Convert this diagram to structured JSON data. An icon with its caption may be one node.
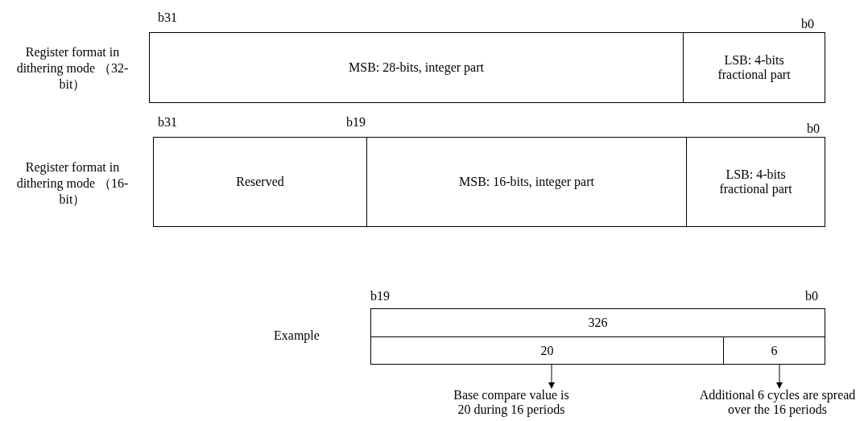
{
  "diagram": {
    "nodes": [
      {
        "text": [
          "MSB: 28-bits, integer part"
        ]
      },
      {
        "text": [
          "LSB: 4-bits fractional part"
        ]
      },
      {
        "text": [
          "Reserved"
        ]
      },
      {
        "text": [
          "MSB: 16-bits, integer part"
        ]
      },
      {
        "text": [
          "LSB: 4-bits fractional part"
        ]
      },
      {
        "text": [
          "326"
        ]
      },
      {
        "text": [
          "20"
        ]
      },
      {
        "text": [
          "6"
        ]
      },
      {
        "text": [
          "Base compare value is 20 during 16 periods"
        ]
      },
      {
        "text": [
          "Additional 6 cycles are spread over the 16 periods"
        ]
      }
    ],
    "edges": [
      {
        "from": 6,
        "to": 8,
        "arrow": "to"
      },
      {
        "from": 7,
        "to": 9,
        "arrow": "to"
      }
    ],
    "labels": [
      "b31",
      "b0",
      "Register format in dithering mode （32-bit）",
      "b31",
      "b19",
      "b0",
      "Register format in dithering mode （16-bit）",
      "b19",
      "b0",
      "Example"
    ]
  }
}
